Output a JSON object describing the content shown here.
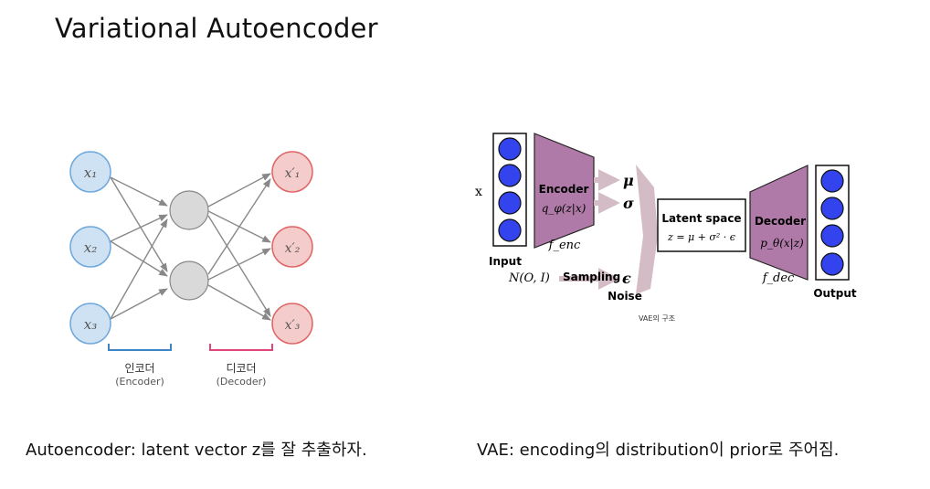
{
  "title": "Variational Autoencoder",
  "captions": {
    "left": "Autoencoder: latent vector z를 잘 추출하자.",
    "right": "VAE: encoding의 distribution이 prior로 주어짐."
  },
  "ae": {
    "inputs": [
      "x₁",
      "x₂",
      "x₃"
    ],
    "outputs": [
      "x′₁",
      "x′₂",
      "x′₃"
    ],
    "encoder_ko": "인코더",
    "encoder_en": "(Encoder)",
    "decoder_ko": "디코더",
    "decoder_en": "(Decoder)",
    "colors": {
      "input_fill": "#cfe2f3",
      "input_stroke": "#6fa8dc",
      "hidden_fill": "#d9d9d9",
      "output_fill": "#f4cccc",
      "output_stroke": "#e06666",
      "enc_bracket": "#3d85c6",
      "dec_bracket": "#e0457b"
    }
  },
  "vae": {
    "x": "x",
    "input_label": "Input",
    "encoder_title": "Encoder",
    "encoder_formula": "q_φ(z|x)",
    "f_enc": "f_enc",
    "mu": "μ",
    "sigma": "σ",
    "epsilon": "ϵ",
    "prior": "N(O, I)",
    "sampling": "Sampling",
    "noise": "Noise",
    "latent_title": "Latent space",
    "latent_formula": "z = μ + σ² · ϵ",
    "decoder_title": "Decoder",
    "decoder_formula": "p_θ(x|z)",
    "f_dec": "f_dec",
    "output_label": "Output",
    "figure_caption": "VAE의 구조",
    "colors": {
      "trapezoid": "#b07aa8",
      "neuron": "#3344ee",
      "arrow": "#d4bcc6"
    }
  }
}
